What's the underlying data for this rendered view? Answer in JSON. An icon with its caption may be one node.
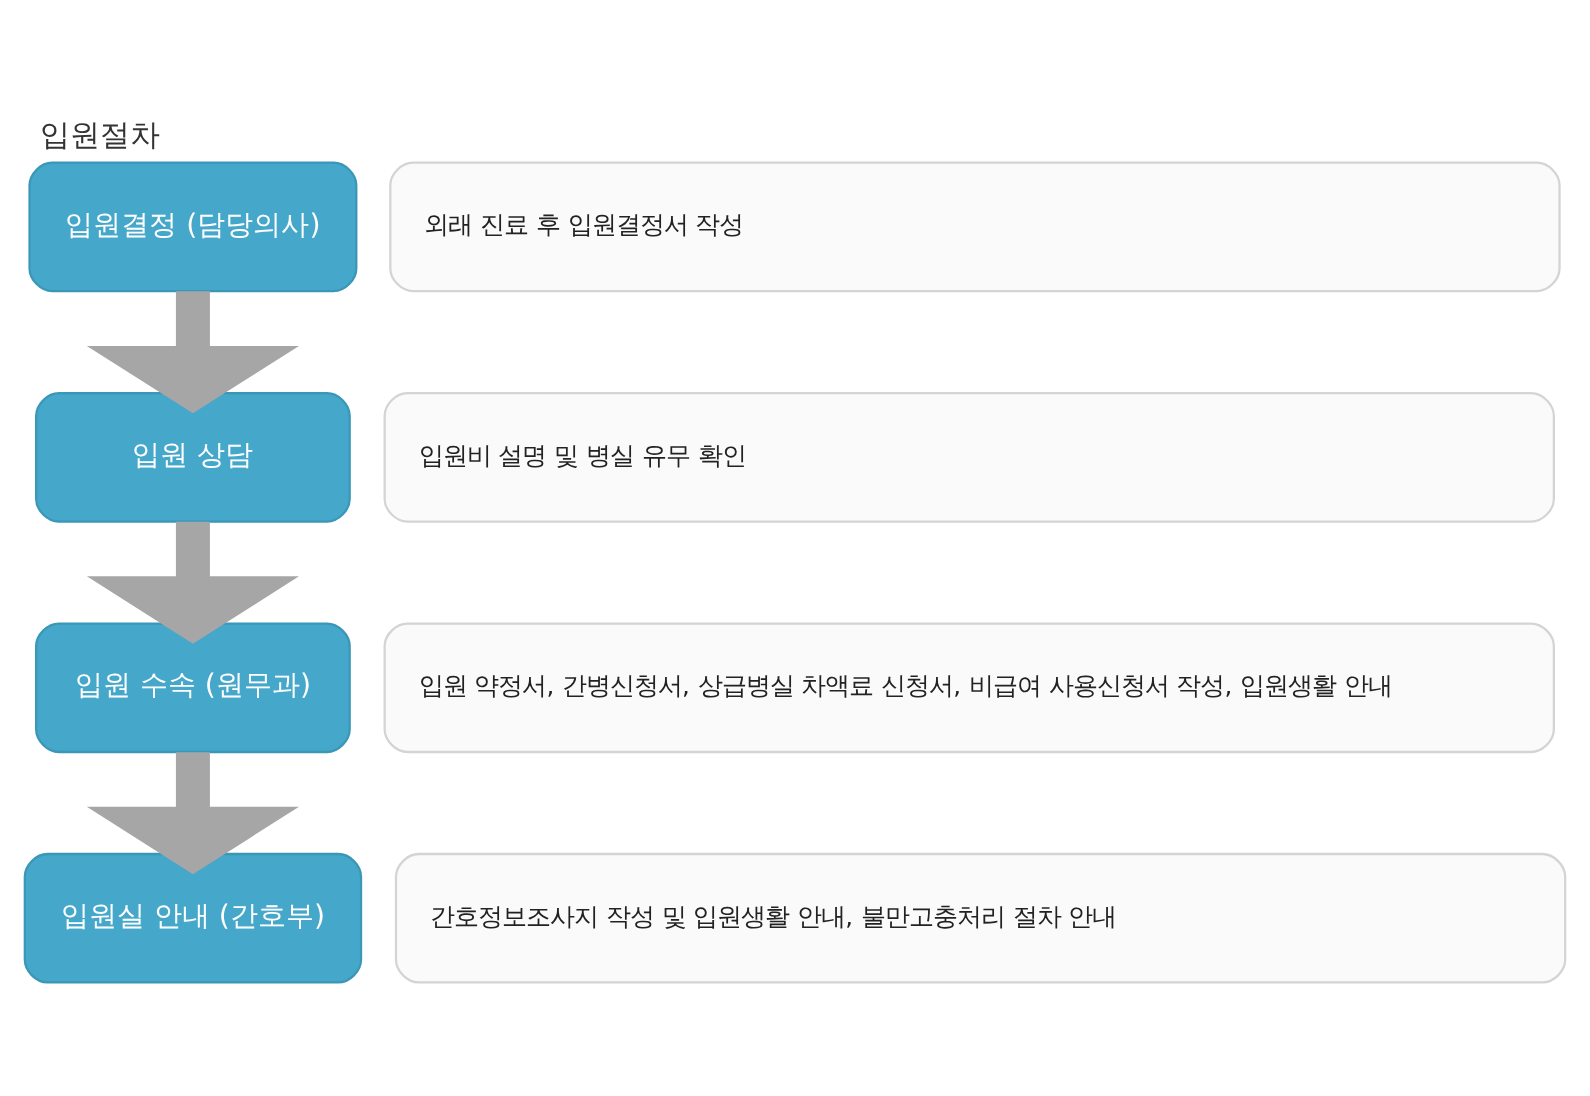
{
  "diagram": {
    "title": "입원절차",
    "nodes": [
      {
        "text": [
          "입원결정 (담당의사)"
        ]
      },
      {
        "text": [
          "외래 진료 후 입원결정서 작성"
        ]
      },
      {
        "text": [
          "입원 상담"
        ]
      },
      {
        "text": [
          "입원비 설명 및 병실 유무 확인"
        ]
      },
      {
        "text": [
          "입원 수속 (원무과)"
        ]
      },
      {
        "text": [
          "입원 약정서, 간병신청서, 상급병실 차액료 신청서, 비급여 사용신청서 작성, 입원생활 안내"
        ]
      },
      {
        "text": [
          "입원실 안내 (간호부)"
        ]
      },
      {
        "text": [
          "간호정보조사지 작성 및 입원생활 안내, 불만고충처리 절차 안내"
        ]
      }
    ],
    "edges": [
      {
        "from": 0,
        "to": 2,
        "arrow": "to"
      },
      {
        "from": 2,
        "to": 4,
        "arrow": "to"
      },
      {
        "from": 4,
        "to": 6,
        "arrow": "to"
      }
    ]
  }
}
